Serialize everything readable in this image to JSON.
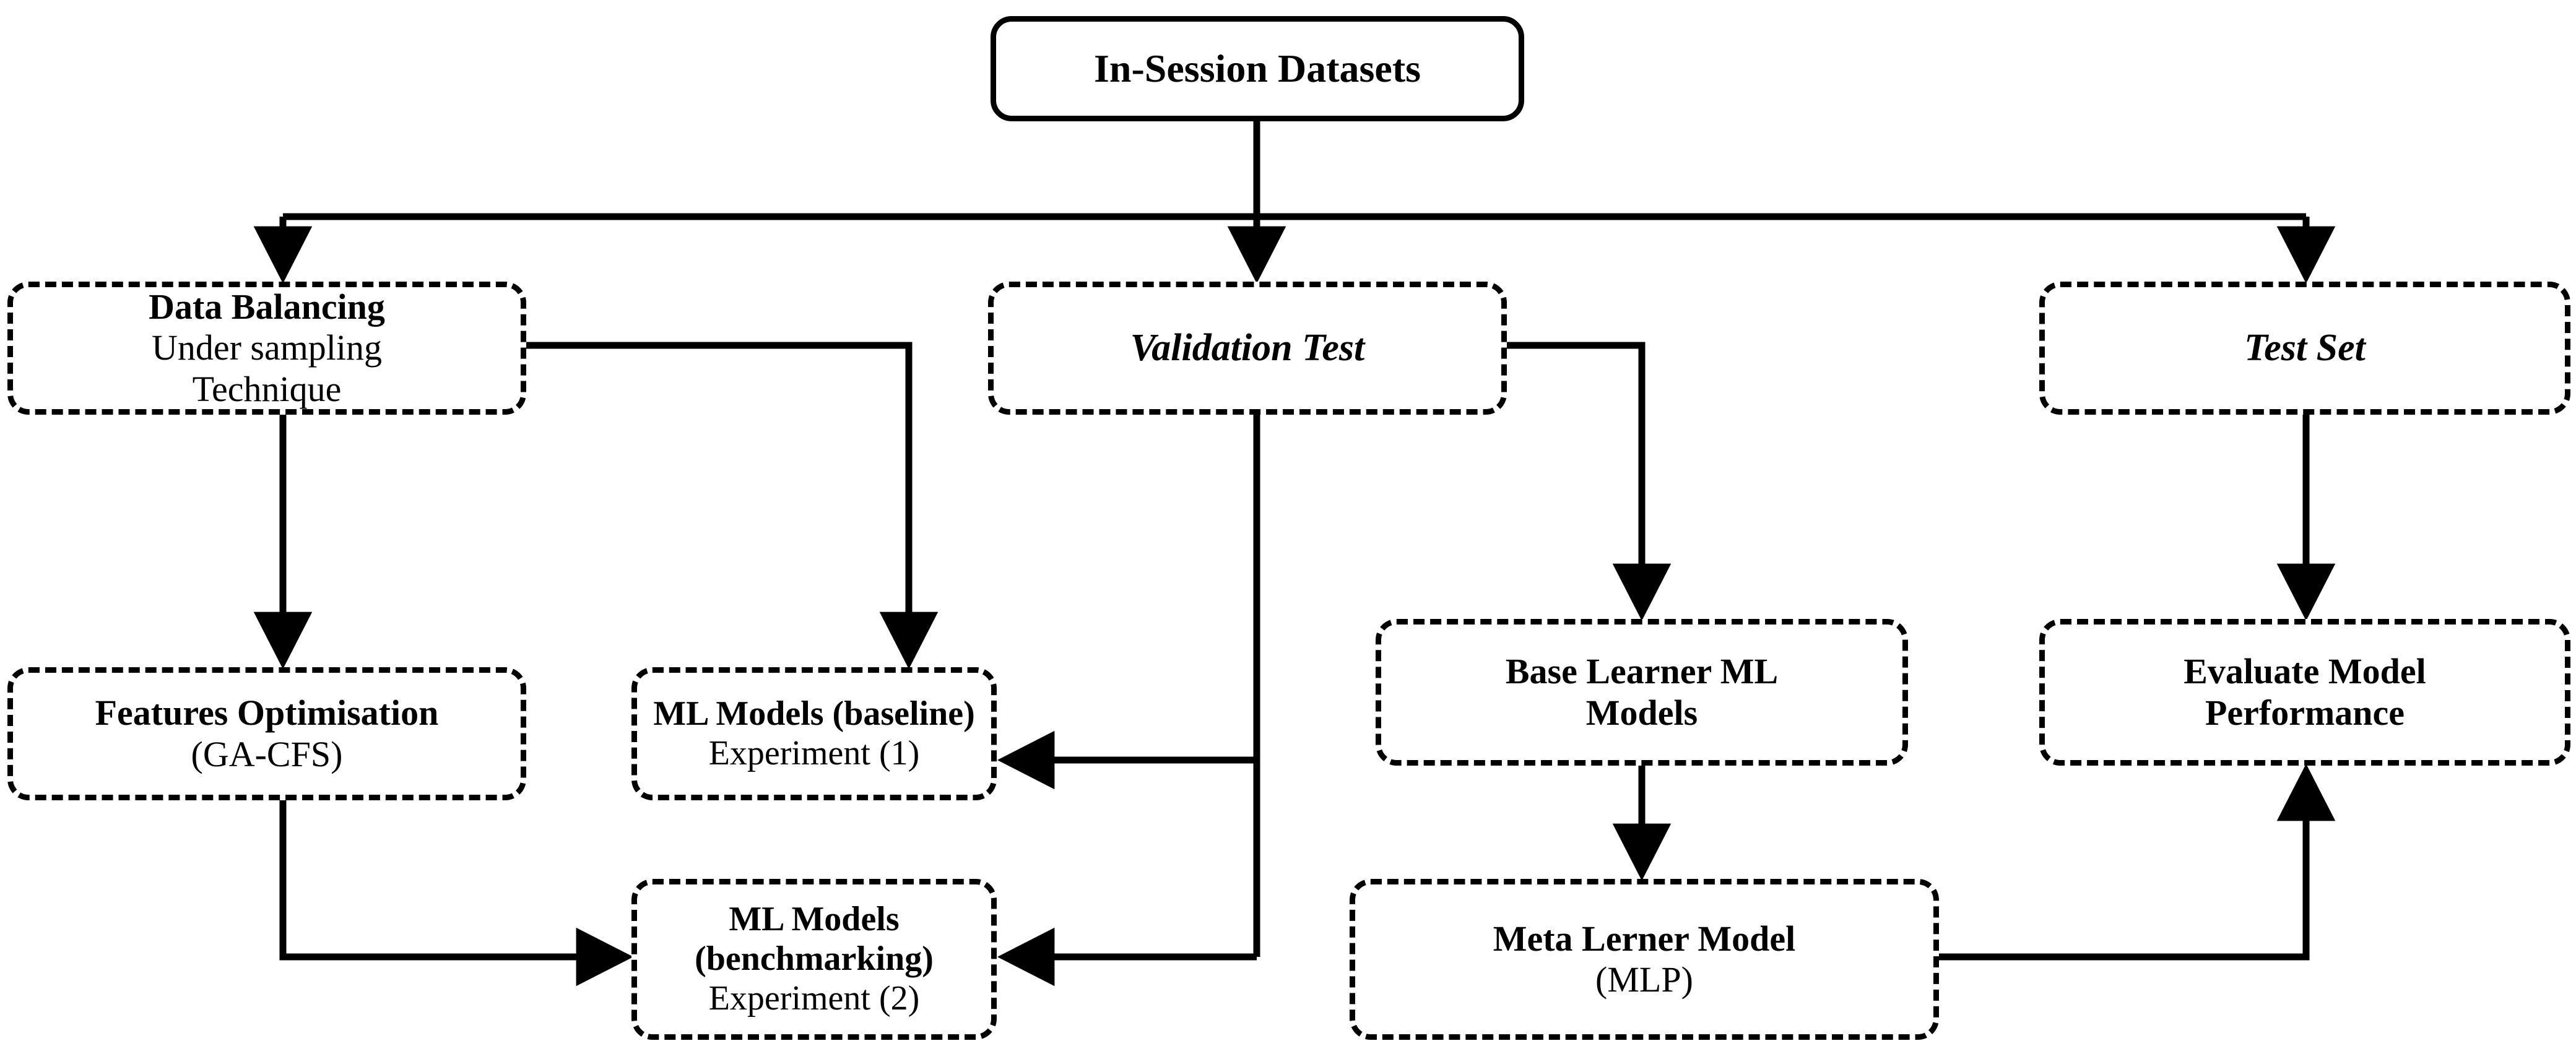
{
  "diagram": {
    "title": "In-Session Datasets ML pipeline flowchart",
    "stroke_color": "#000000",
    "background_color": "#ffffff",
    "nodes": [
      {
        "id": "insession",
        "lines": [
          "In-Session Datasets"
        ],
        "style": "solid"
      },
      {
        "id": "balance",
        "lines": [
          "Data Balancing",
          "Under sampling",
          "Technique"
        ],
        "style": "dashed"
      },
      {
        "id": "validation",
        "lines": [
          "Validation Test"
        ],
        "style": "dashed"
      },
      {
        "id": "testset",
        "lines": [
          "Test Set"
        ],
        "style": "dashed"
      },
      {
        "id": "features",
        "lines": [
          "Features Optimisation",
          "(GA-CFS)"
        ],
        "style": "dash-dot"
      },
      {
        "id": "mlbaseline",
        "lines": [
          "ML Models (baseline)",
          "Experiment (1)"
        ],
        "style": "dashed"
      },
      {
        "id": "baselearner",
        "lines": [
          "Base Learner ML",
          "Models"
        ],
        "style": "dashed"
      },
      {
        "id": "evaluate",
        "lines": [
          "Evaluate Model",
          "Performance"
        ],
        "style": "dash-dot"
      },
      {
        "id": "mlbench",
        "lines": [
          "ML Models",
          "(benchmarking)",
          "Experiment (2)"
        ],
        "style": "dashed"
      },
      {
        "id": "metalearner",
        "lines": [
          "Meta Lerner Model",
          "(MLP)"
        ],
        "style": "dashed"
      }
    ],
    "edges": [
      {
        "from": "insession",
        "to": "balance",
        "name": "edge-insession-to-balance"
      },
      {
        "from": "insession",
        "to": "validation",
        "name": "edge-insession-to-validation"
      },
      {
        "from": "insession",
        "to": "testset",
        "name": "edge-insession-to-testset"
      },
      {
        "from": "balance",
        "to": "features",
        "name": "edge-balance-to-features"
      },
      {
        "from": "balance",
        "to": "mlbaseline",
        "name": "edge-balance-to-mlbaseline"
      },
      {
        "from": "validation",
        "to": "baselearner",
        "name": "edge-validation-to-baselearner"
      },
      {
        "from": "validation",
        "to": "mlbaseline",
        "name": "edge-validation-to-mlbaseline"
      },
      {
        "from": "validation",
        "to": "mlbench",
        "name": "edge-validation-to-mlbench"
      },
      {
        "from": "features",
        "to": "mlbench",
        "name": "edge-features-to-mlbench"
      },
      {
        "from": "baselearner",
        "to": "metalearner",
        "name": "edge-baselearner-to-metalearner"
      },
      {
        "from": "testset",
        "to": "evaluate",
        "name": "edge-testset-to-evaluate"
      },
      {
        "from": "metalearner",
        "to": "evaluate",
        "name": "edge-metalearner-to-evaluate"
      }
    ]
  },
  "nodes": {
    "insession": {
      "l1": "In-Session Datasets"
    },
    "balance": {
      "l1": "Data Balancing",
      "l2": "Under sampling",
      "l3": "Technique"
    },
    "validation": {
      "l1": "Validation Test"
    },
    "testset": {
      "l1": "Test Set"
    },
    "features": {
      "l1": "Features Optimisation",
      "l2": "(GA-CFS)"
    },
    "mlbaseline": {
      "l1": "ML Models (baseline)",
      "l2": "Experiment (1)"
    },
    "baselearner": {
      "l1": "Base Learner ML",
      "l2": "Models"
    },
    "evaluate": {
      "l1": "Evaluate Model",
      "l2": "Performance"
    },
    "mlbench": {
      "l1": "ML Models",
      "l2": "(benchmarking)",
      "l3": "Experiment (2)"
    },
    "metalearner": {
      "l1": "Meta Lerner Model",
      "l2": "(MLP)"
    }
  }
}
